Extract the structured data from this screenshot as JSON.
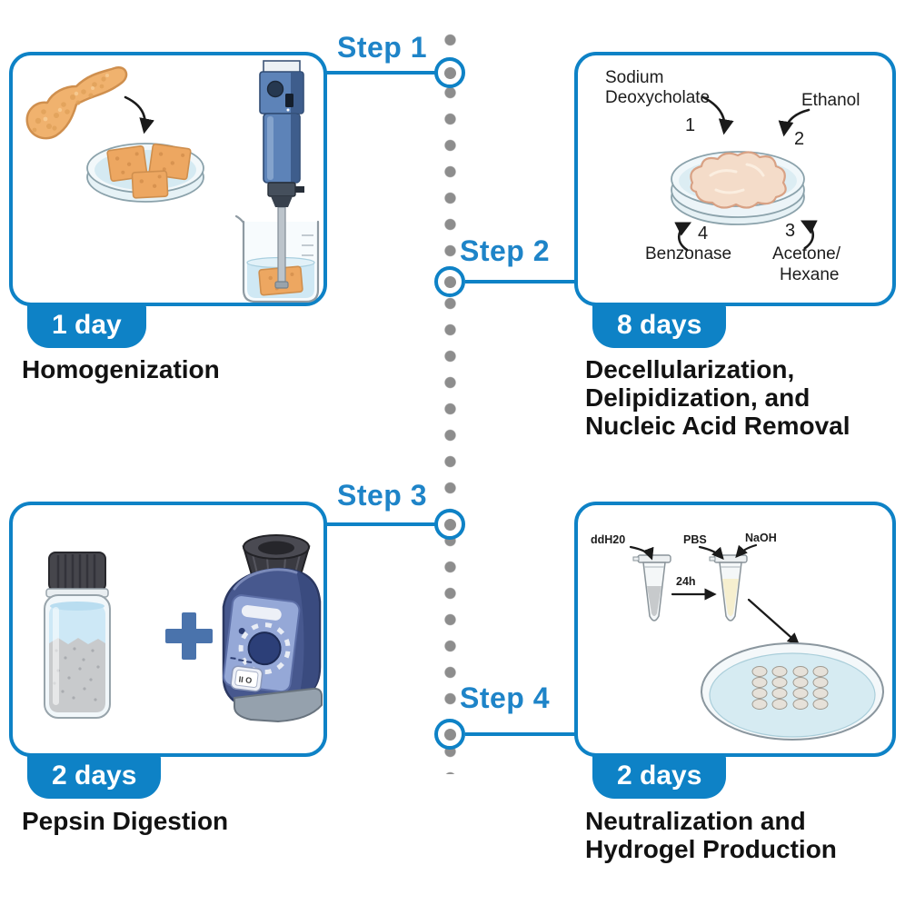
{
  "colors": {
    "accent_blue": "#0e82c6",
    "step_label_blue": "#1e84c8",
    "timeline_dot_gray": "#8d8d8d",
    "badge_text": "#ffffff",
    "title_text": "#121212",
    "tissue_orange": "#f0b26e",
    "device_navy": "#47588e"
  },
  "steps": [
    {
      "label": "Step 1",
      "duration": "1 day",
      "title_lines": [
        "Homogenization"
      ]
    },
    {
      "label": "Step 2",
      "duration": "8 days",
      "title_lines": [
        "Decellularization,",
        "Delipidization, and",
        "Nucleic Acid Removal"
      ]
    },
    {
      "label": "Step 3",
      "duration": "2 days",
      "title_lines": [
        "Pepsin Digestion"
      ]
    },
    {
      "label": "Step 4",
      "duration": "2 days",
      "title_lines": [
        "Neutralization and",
        "Hydrogel Production"
      ]
    }
  ],
  "step2": {
    "sodium_line1": "Sodium",
    "sodium_line2": "Deoxycholate",
    "sodium_num": "1",
    "ethanol": "Ethanol",
    "ethanol_num": "2",
    "acetone_line1": "Acetone/",
    "acetone_line2": "Hexane",
    "acetone_num": "3",
    "benzonase": "Benzonase",
    "benzonase_num": "4"
  },
  "step3": {
    "plus_sign": "+",
    "switch_label": "II O"
  },
  "step4": {
    "tube1_label": "ddH20",
    "pbs_label": "PBS",
    "naoh_label": "NaOH",
    "incubation_time": "24h"
  }
}
